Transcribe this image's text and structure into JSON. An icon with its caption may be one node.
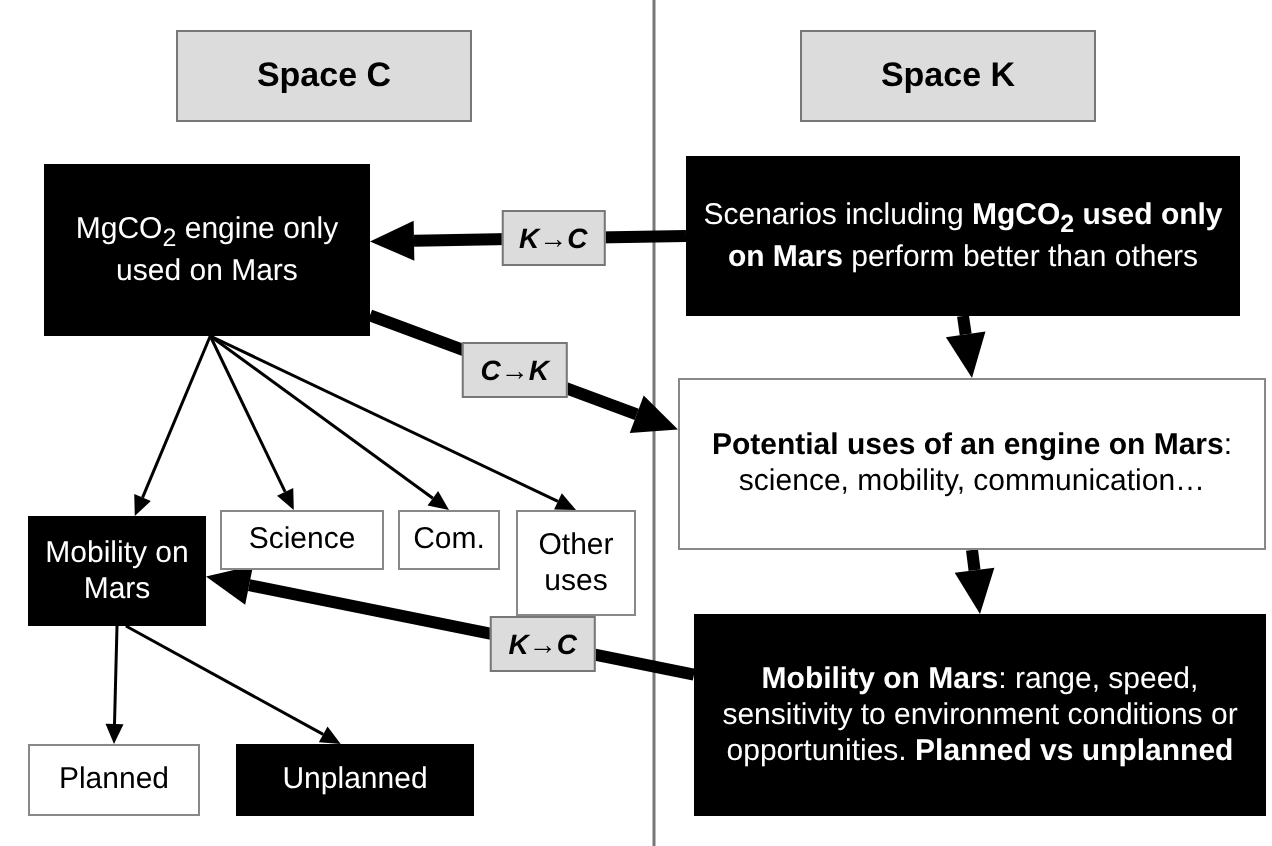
{
  "diagram": {
    "nodes": [
      {
        "text": [
          "Space C"
        ]
      },
      {
        "text": [
          "Space K"
        ]
      },
      {
        "text": [
          "MgCO$_{2}$ engine only used on Mars"
        ]
      },
      {
        "text": [
          "Scenarios including **MgCO$_{2}$ used only on Mars** perform better than others"
        ]
      },
      {
        "text": [
          "**Potential uses of an engine on Mars**: science, mobility, communication…"
        ]
      },
      {
        "text": [
          "**Mobility on Mars**: range, speed, sensitivity to environment conditions or opportunities. **Planned vs unplanned**"
        ]
      },
      {
        "text": [
          "Mobility on Mars"
        ]
      },
      {
        "text": [
          "Science"
        ]
      },
      {
        "text": [
          "Com."
        ]
      },
      {
        "text": [
          "Other uses"
        ]
      },
      {
        "text": [
          "Planned"
        ]
      },
      {
        "text": [
          "Unplanned"
        ]
      }
    ],
    "edges": [
      {
        "from": 3,
        "to": 2,
        "arrow": "to",
        "label": "K→C",
        "style": "thick"
      },
      {
        "from": 2,
        "to": 4,
        "arrow": "to",
        "label": "C→K",
        "style": "thick"
      },
      {
        "from": 3,
        "to": 4,
        "arrow": "to",
        "style": "thick"
      },
      {
        "from": 4,
        "to": 5,
        "arrow": "to",
        "style": "thick"
      },
      {
        "from": 5,
        "to": 6,
        "arrow": "to",
        "label": "K→C",
        "style": "thick"
      },
      {
        "from": 2,
        "to": 6,
        "arrow": "to"
      },
      {
        "from": 2,
        "to": 7,
        "arrow": "to"
      },
      {
        "from": 2,
        "to": 8,
        "arrow": "to"
      },
      {
        "from": 2,
        "to": 9,
        "arrow": "to"
      },
      {
        "from": 6,
        "to": 10,
        "arrow": "to"
      },
      {
        "from": 6,
        "to": 11,
        "arrow": "to"
      }
    ]
  }
}
